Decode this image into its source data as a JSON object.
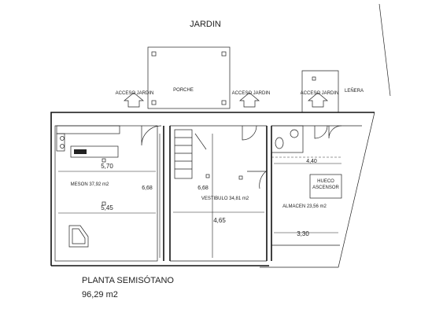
{
  "labels": {
    "jardin": "JARDIN",
    "porche": "PORCHE",
    "acceso_1": "ACCESO JARDIN",
    "acceso_2": "ACCESO JARDIN",
    "acceso_3": "ACCESO JARDIN",
    "lenera": "LEÑERA",
    "meson": "MESON 37,92 m2",
    "vestibulo": "VESTIBULO 34,81 m2",
    "almacen": "ALMACEN 23,56 m2",
    "hueco_line1": "HUECO",
    "hueco_line2": "ASCENSOR",
    "plan_title": "PLANTA SEMISÓTANO",
    "plan_area": "96,29 m2"
  },
  "dimensions": {
    "d_570": "5,70",
    "d_545": "5,45",
    "d_668_left": "6,68",
    "d_668_right": "6,68",
    "d_465": "4,65",
    "d_440": "4,40",
    "d_330": "3,30"
  },
  "colors": {
    "line": "#111111",
    "text": "#222222",
    "background": "#ffffff"
  }
}
